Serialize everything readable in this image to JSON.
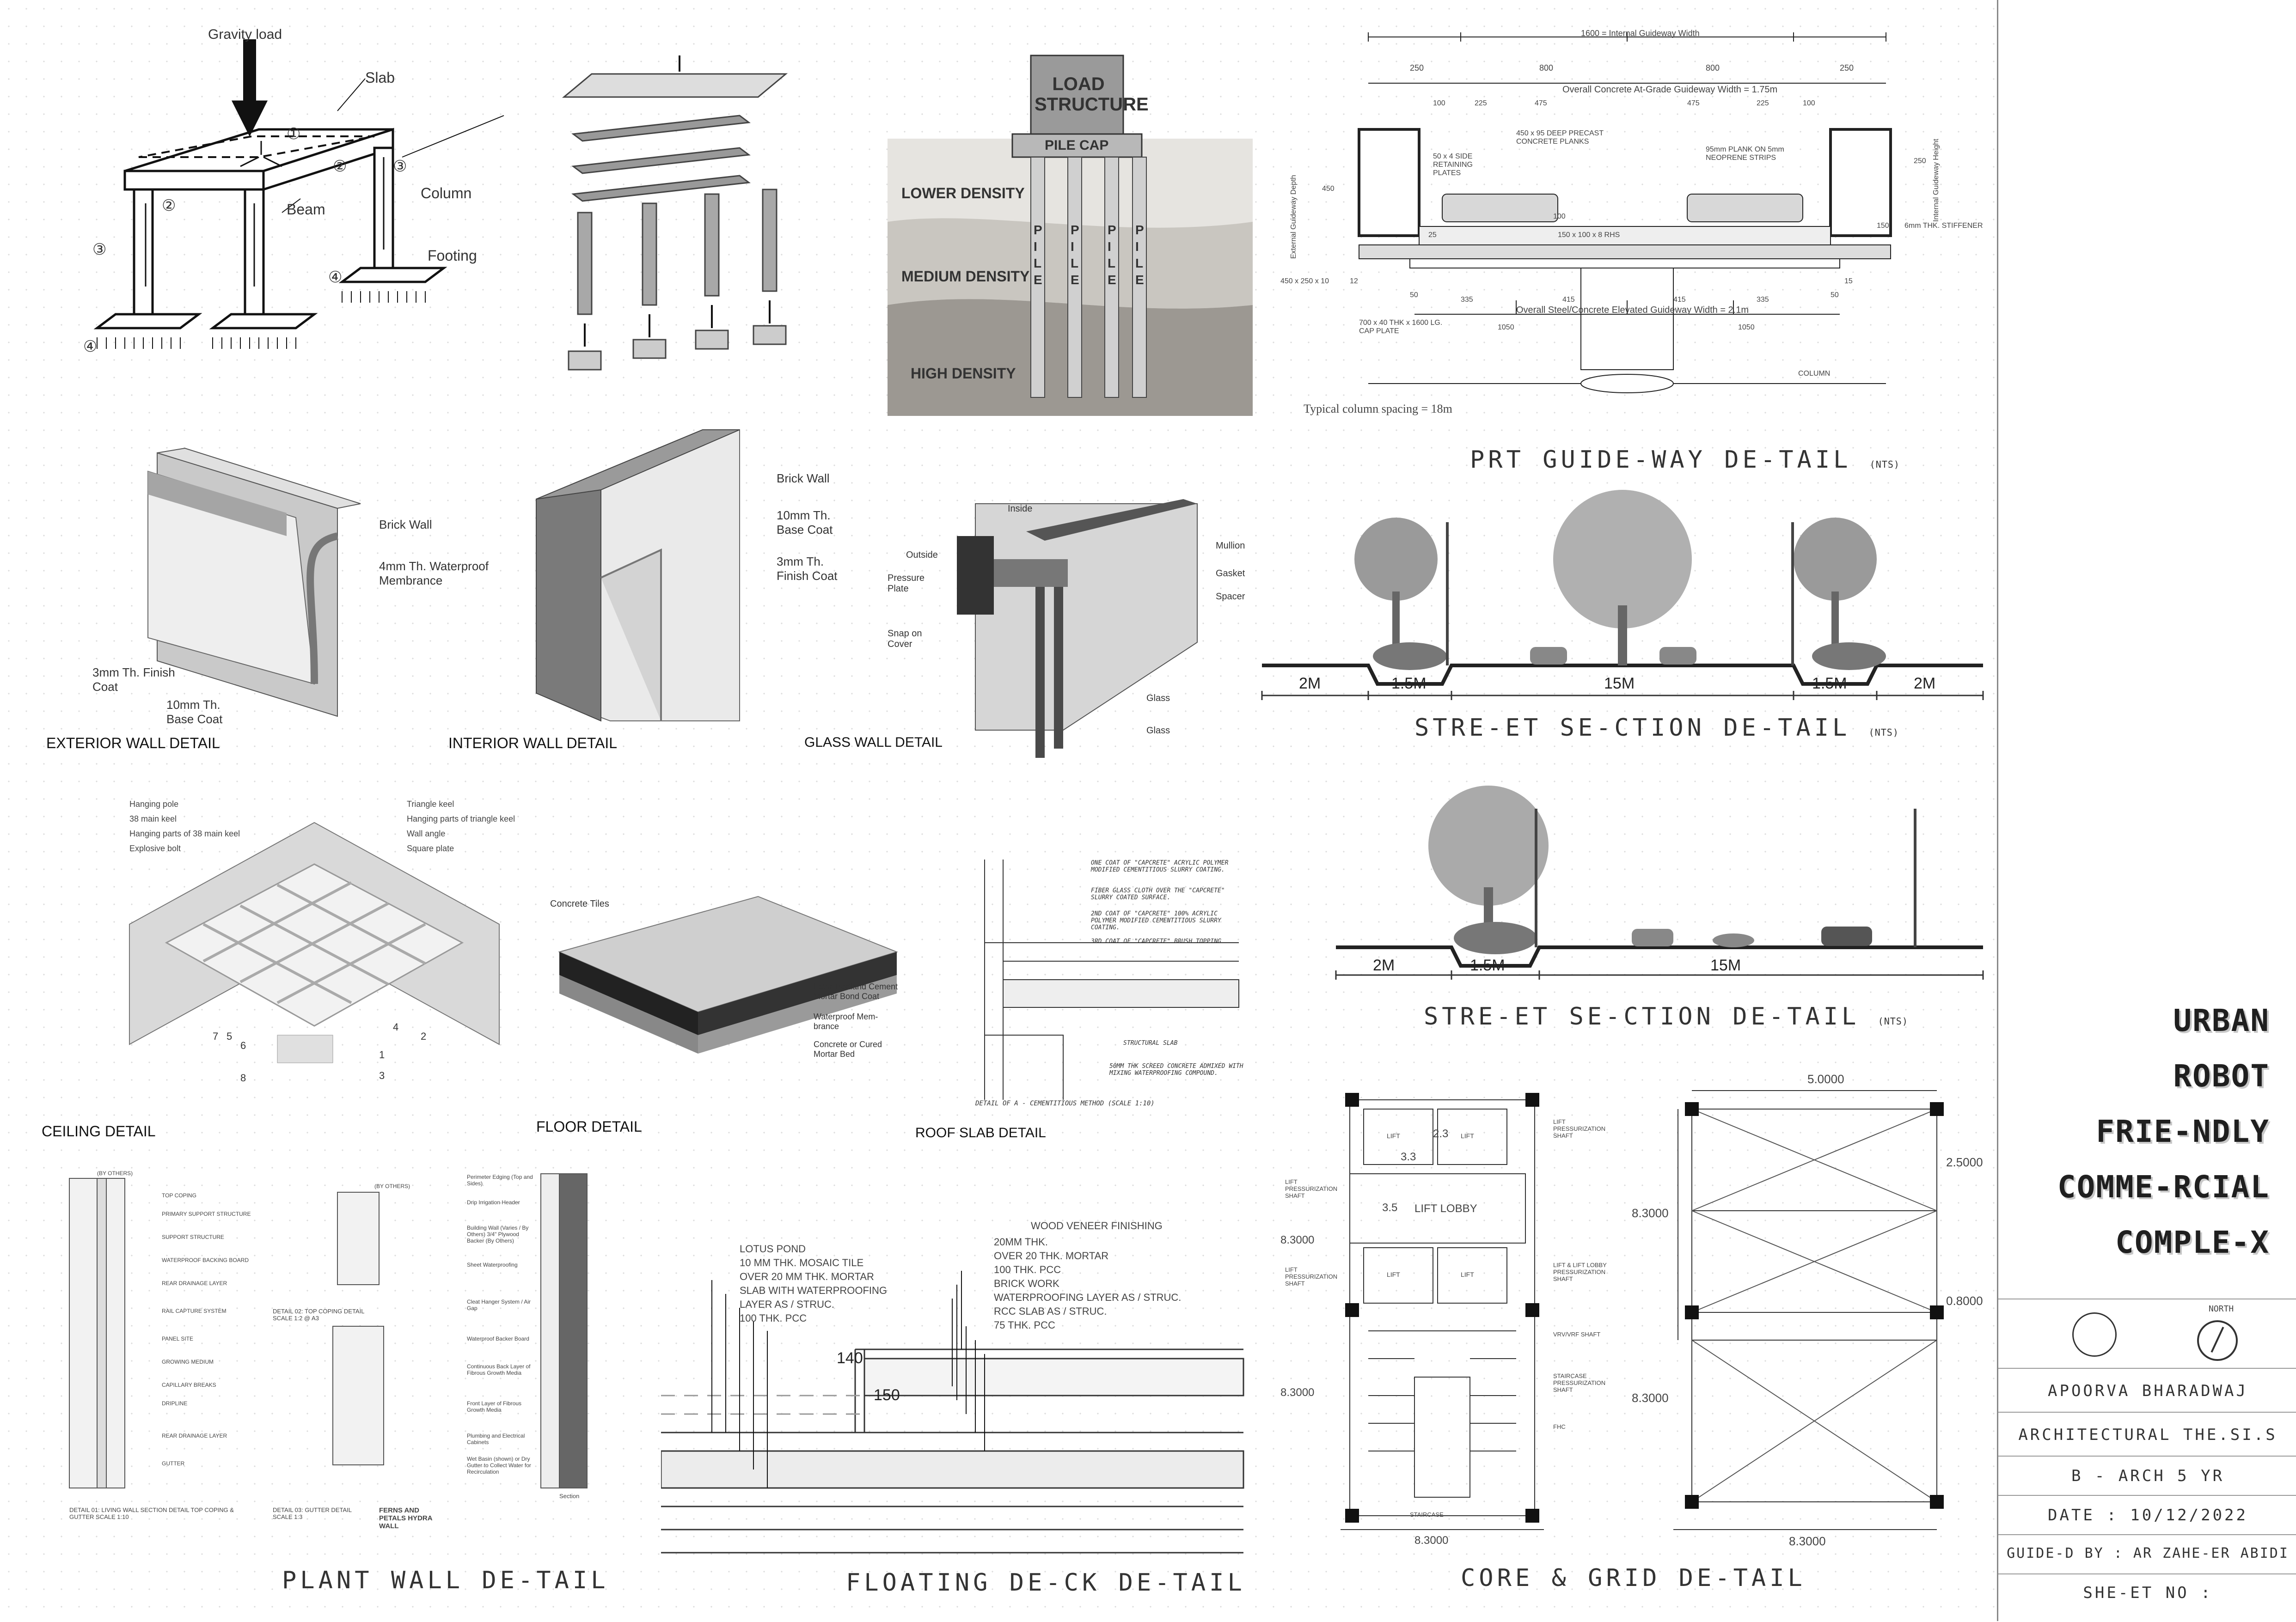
{
  "structure": {
    "gravity_load": "Gravity load",
    "slab": "Slab",
    "beam": "Beam",
    "column": "Column",
    "footing": "Footing",
    "n1": "①",
    "n2": "②",
    "n3": "③",
    "n4": "④"
  },
  "pile": {
    "load_structure": "LOAD STRUCTURE",
    "pile_cap": "PILE CAP",
    "lower_density": "LOWER DENSITY",
    "medium_density": "MEDIUM DENSITY",
    "high_density": "HIGH DENSITY",
    "pile_letters": "PILE"
  },
  "guideway": {
    "title": "PRT GUIDE-WAY DE-TAIL",
    "nts": "(NTS)",
    "internal_width": "1600 = Internal Guideway Width",
    "dims_top": [
      "250",
      "800",
      "800",
      "250"
    ],
    "at_grade": "Overall Concrete At-Grade Guideway Width = 1.75m",
    "dims_mid": [
      "100",
      "225",
      "475",
      "475",
      "225",
      "100"
    ],
    "planks": "450 x 95 DEEP PRECAST CONCRETE PLANKS",
    "retaining": "50 x 4 SIDE RETAINING PLATES",
    "plank_on": "95mm PLANK ON 5mm NEOPRENE STRIPS",
    "rhs": "150 x 100 x 8 RHS",
    "stiffener": "6mm THK. STIFFENER",
    "ext_depth": "External Guideway Depth",
    "int_height": "Internal Guideway Height",
    "plate450": "450 x 250 x 10",
    "cap_plate": "700 x 40 THK x 1600 LG. CAP PLATE",
    "dims_low": [
      "50",
      "335",
      "415",
      "415",
      "335",
      "50"
    ],
    "elevated": "Overall Steel/Concrete Elevated Guideway Width = 2.1m",
    "dims_bottom": [
      "1050",
      "1050"
    ],
    "column": "COLUMN",
    "spacing": "Typical column spacing = 18m",
    "side_dims": [
      "450",
      "250",
      "150",
      "12",
      "25",
      "100",
      "15"
    ]
  },
  "walls": {
    "exterior": {
      "brick": "Brick Wall",
      "membrane": "4mm Th. Waterproof Membrance",
      "finish": "3mm Th. Finish Coat",
      "base": "10mm Th. Base Coat",
      "caption": "EXTERIOR WALL DETAIL"
    },
    "interior": {
      "brick": "Brick Wall",
      "base": "10mm Th. Base Coat",
      "finish": "3mm Th. Finish Coat",
      "caption": "INTERIOR WALL DETAIL"
    },
    "glass": {
      "inside": "Inside",
      "outside": "Outside",
      "pressure": "Pressure Plate",
      "snap": "Snap on Cover",
      "mullion": "Mullion",
      "gasket": "Gasket",
      "spacer": "Spacer",
      "glass1": "Glass",
      "glass2": "Glass",
      "caption": "GLASS WALL DETAIL"
    }
  },
  "street1": {
    "title": "STRE-ET SE-CTION DE-TAIL",
    "nts": "(NTS)",
    "dims": [
      "2M",
      "1.5M",
      "15M",
      "1.5M",
      "2M"
    ]
  },
  "street2": {
    "title": "STRE-ET SE-CTION DE-TAIL",
    "nts": "(NTS)",
    "dims": [
      "2M",
      "1.5M",
      "15M"
    ]
  },
  "ceiling": {
    "legend_left": [
      "Hanging pole",
      "38 main keel",
      "Hanging parts of 38 main keel",
      "Explosive bolt"
    ],
    "legend_right": [
      "Triangle keel",
      "Hanging parts of triangle keel",
      "Wall angle",
      "Square plate"
    ],
    "numbers": [
      "7",
      "5",
      "6",
      "4",
      "2",
      "1",
      "3",
      "8"
    ],
    "caption": "CEILING DETAIL"
  },
  "floor": {
    "tiles": "Concrete Tiles",
    "coat": "Later-Portland Cement Mortar Bond Coat",
    "membrane": "Waterproof Mem-brance",
    "bed": "Concrete or Cured Mortar Bed",
    "caption": "FLOOR DETAIL"
  },
  "roof": {
    "notes": [
      "ONE COAT OF \"CAPCRETE\" ACRYLIC POLYMER MODIFIED CEMENTITIOUS SLURRY COATING.",
      "FIBER GLASS CLOTH OVER THE \"CAPCRETE\" SLURRY COATED SURFACE.",
      "2ND COAT OF \"CAPCRETE\" 100% ACRYLIC POLYMER MODIFIED CEMENTITIOUS SLURRY COATING.",
      "3RD COAT OF \"CAPCRETE\" BRUSH TOPPING.",
      "STRUCTURAL SLAB",
      "50MM THK SCREED CONCRETE ADMIXED WITH MIXING WATERPROOFING COMPOUND."
    ],
    "title_note": "DETAIL OF A - CEMENTITIOUS METHOD (SCALE 1:10)",
    "caption": "ROOF SLAB DETAIL"
  },
  "plant": {
    "title": "PLANT WALL DE-TAIL",
    "col1_notes": [
      "(BY OTHERS)",
      "TOP COPING",
      "PRIMARY SUPPORT STRUCTURE",
      "SUPPORT STRUCTURE",
      "WATERPROOF BACKING BOARD",
      "REAR DRAINAGE LAYER",
      "RAIL CAPTURE SYSTEM",
      "PANEL SITE",
      "GROWING MEDIUM",
      "CAPILLARY BREAKS",
      "DRIPLINE",
      "REAR DRAINAGE LAYER",
      "GUTTER"
    ],
    "col1_caption": "DETAIL 01: LIVING WALL SECTION DETAIL TOP COPING & GUTTER   SCALE 1:10",
    "col2_top": "(BY OTHERS)",
    "col2_cap1": "DETAIL 02: TOP COPING DETAIL SCALE 1:2 @ A3",
    "col2_cap2": "DETAIL 03: GUTTER DETAIL SCALE 1:3",
    "ferns": "FERNS AND PETALS HYDRA WALL",
    "col3_notes": [
      "Perimeter Edging (Top and Sides)",
      "Drip Irrigation Header",
      "Building Wall (Varies / By Others) 3/4\" Plywood Backer (By Others)",
      "Sheet Waterproofing",
      "Cleat Hanger System / Air Gap",
      "Waterproof Backer Board",
      "Continuous Back Layer of Fibrous Growth Media",
      "Front Layer of Fibrous Growth Media",
      "Plumbing and Electrical Cabinets",
      "Wet Basin (shown) or Dry Gutter to Collect Water for Recirculation"
    ],
    "section": "Section"
  },
  "deck": {
    "title": "FLOATING DE-CK DE-TAIL",
    "pond": "LOTUS POND",
    "left_notes": [
      "10 MM THK. MOSAIC TILE",
      "OVER 20 MM THK. MORTAR",
      "SLAB WITH WATERPROOFING",
      "LAYER AS / STRUC.",
      "100 THK. PCC"
    ],
    "veneer": "WOOD VENEER FINISHING",
    "right_notes": [
      "20MM THK.",
      "OVER 20 THK. MORTAR",
      "100 THK. PCC",
      "BRICK WORK",
      "WATERPROOFING LAYER AS / STRUC.",
      "RCC SLAB AS / STRUC.",
      "75 THK. PCC"
    ],
    "dim140": "140",
    "dim150": "150"
  },
  "core": {
    "title": "CORE & GRID DE-TAIL",
    "lift": "LIFT",
    "lift_lobby": "LIFT LOBBY",
    "lift_press_top": "LIFT PRESSURIZATION SHAFT",
    "lift_press_r": "LIFT PRESSURIZATION SHAFT",
    "lift_press_l2": "LIFT PRESSURIZATION SHAFT",
    "lift_lobby_press": "LIFT & LIFT LOBBY PRESSURIZATION SHAFT",
    "vrv": "VRV/VRF SHAFT",
    "stair_press": "STAIRCASE PRESSURIZATION SHAFT",
    "fhc": "FHC",
    "staircase": "STAIRCASE",
    "d23": "2.3",
    "d33": "3.3",
    "d35": "3.5",
    "d83a": "8.3000",
    "d83b": "8.3000",
    "d83c": "8.3000"
  },
  "grid": {
    "w": "5.0000",
    "a": "2.5000",
    "b": "8.3000",
    "c": "0.8000",
    "d": "8.3000",
    "e": "8.3000"
  },
  "title_block": {
    "project": [
      "URBAN",
      "ROBOT",
      "FRIE-NDLY",
      "COMME-RCIAL",
      "COMPLE-X"
    ],
    "north": "NORTH",
    "name": "APOORVA BHARADWAJ",
    "thesis": "ARCHITECTURAL THE.SI.S",
    "course": "B - ARCH  5 YR",
    "date": "DATE : 10/12/2022",
    "guided": "GUIDE-D BY : AR ZAHE-ER ABIDI",
    "sheet": "SHE-ET NO :"
  },
  "colors": {
    "line": "#222222",
    "concrete": "#bfbfbf",
    "brick": "#6e6e6e",
    "soil": "#d9d6d0",
    "tree": "#8f8f8f"
  }
}
